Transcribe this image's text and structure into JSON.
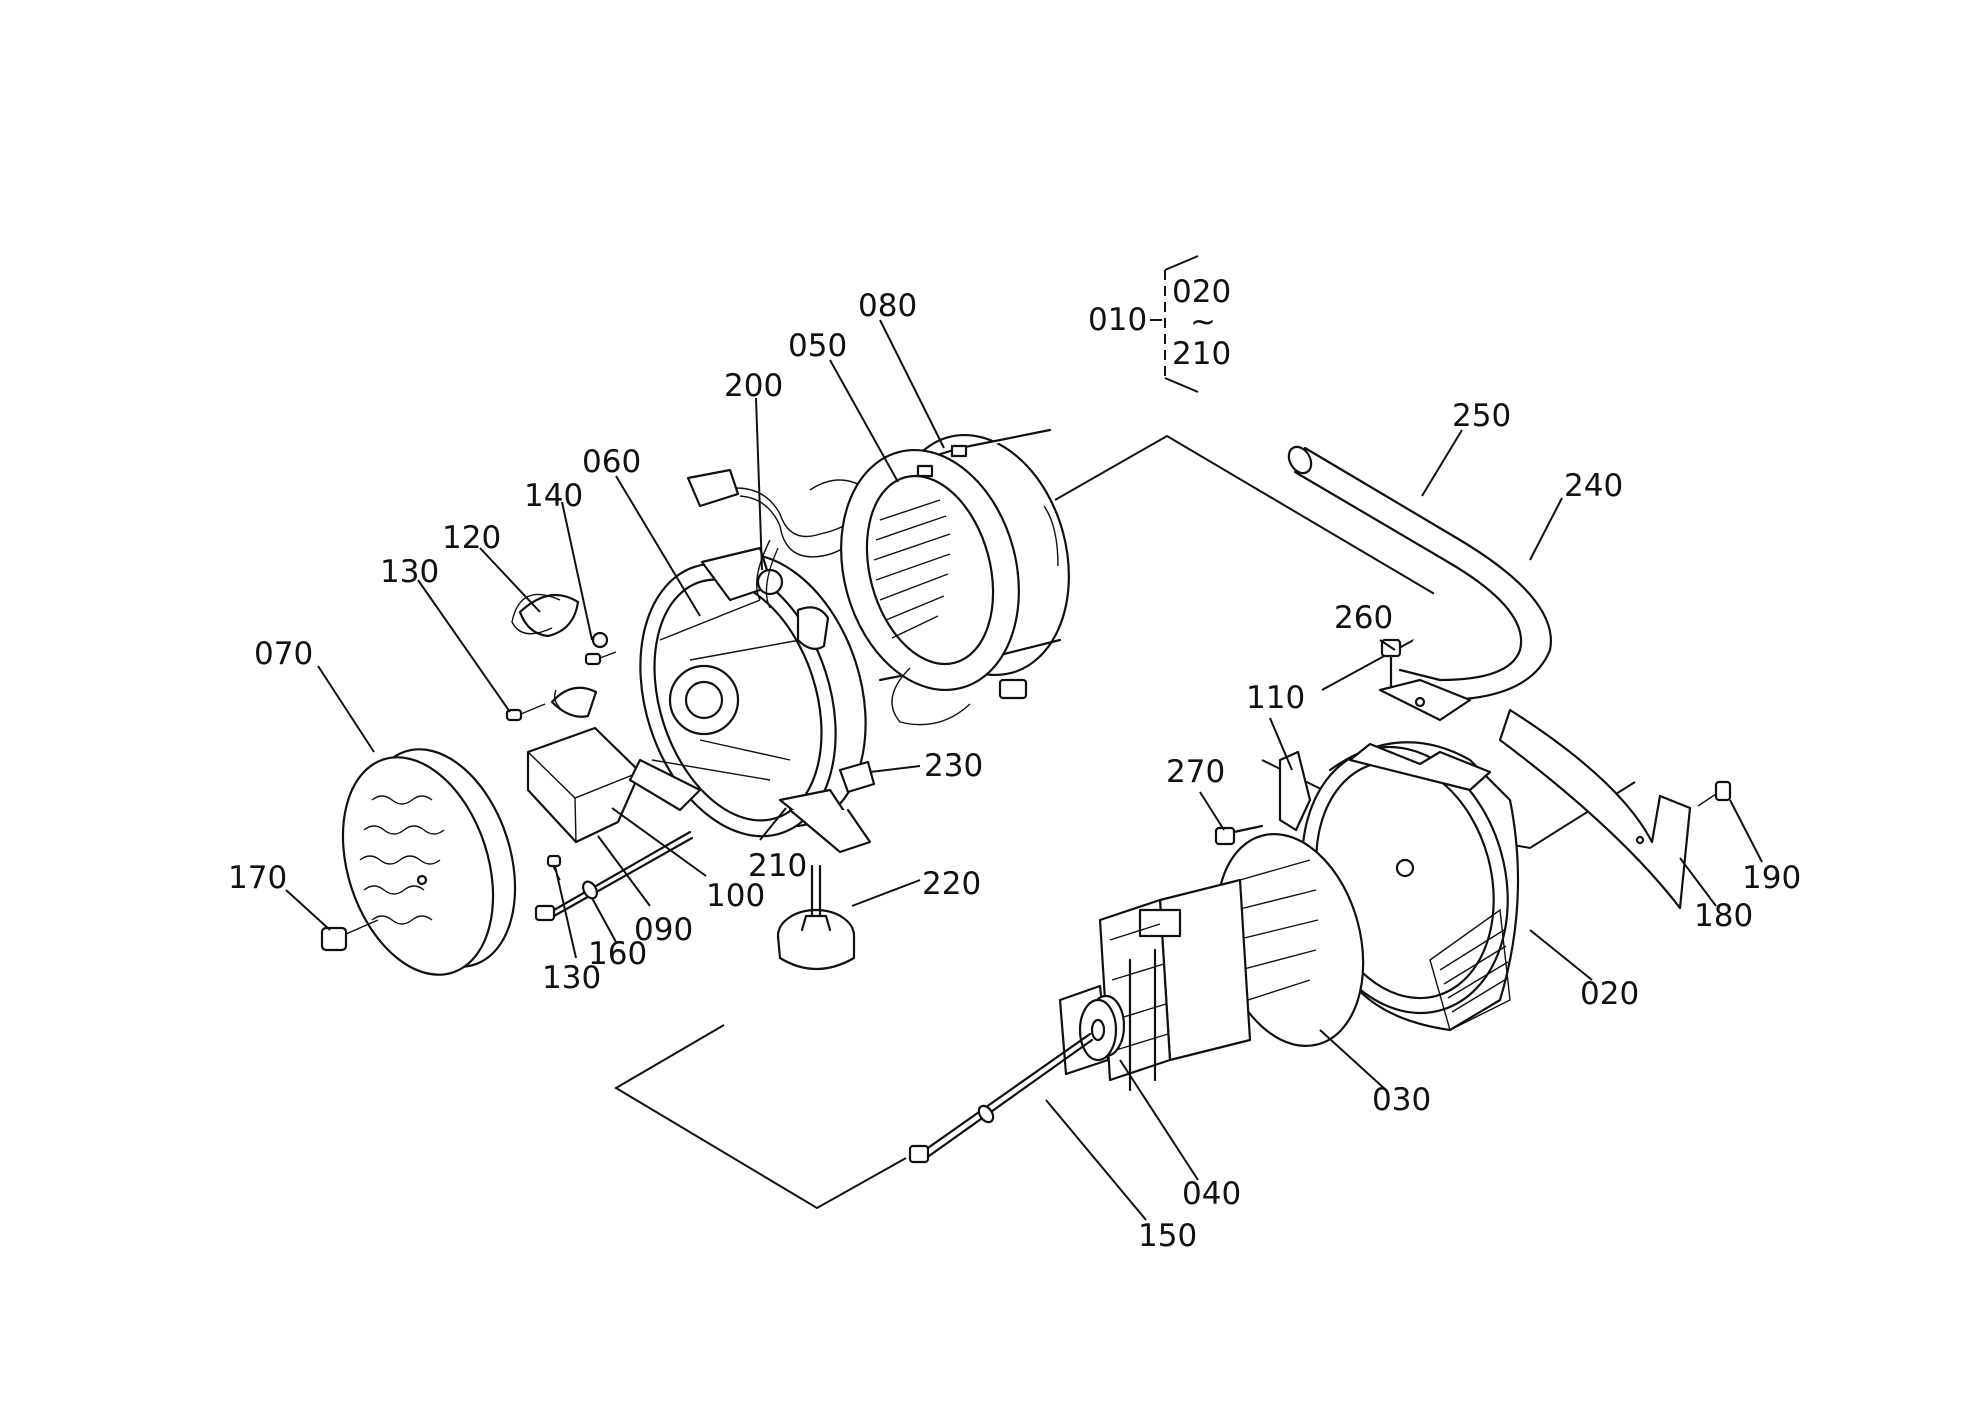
{
  "assembly": {
    "main": "010",
    "range_from": "020",
    "range_sep": "~",
    "range_to": "210"
  },
  "callouts": [
    {
      "id": "c250",
      "text": "250"
    },
    {
      "id": "c240",
      "text": "240"
    },
    {
      "id": "c260",
      "text": "260"
    },
    {
      "id": "c080",
      "text": "080"
    },
    {
      "id": "c050",
      "text": "050"
    },
    {
      "id": "c200",
      "text": "200"
    },
    {
      "id": "c060",
      "text": "060"
    },
    {
      "id": "c140",
      "text": "140"
    },
    {
      "id": "c120",
      "text": "120"
    },
    {
      "id": "c130a",
      "text": "130"
    },
    {
      "id": "c070",
      "text": "070"
    },
    {
      "id": "c170",
      "text": "170"
    },
    {
      "id": "c230",
      "text": "230"
    },
    {
      "id": "c210",
      "text": "210"
    },
    {
      "id": "c100",
      "text": "100"
    },
    {
      "id": "c090",
      "text": "090"
    },
    {
      "id": "c160",
      "text": "160"
    },
    {
      "id": "c130b",
      "text": "130"
    },
    {
      "id": "c220",
      "text": "220"
    },
    {
      "id": "c110",
      "text": "110"
    },
    {
      "id": "c270",
      "text": "270"
    },
    {
      "id": "c190",
      "text": "190"
    },
    {
      "id": "c180",
      "text": "180"
    },
    {
      "id": "c020",
      "text": "020"
    },
    {
      "id": "c030",
      "text": "030"
    },
    {
      "id": "c040",
      "text": "040"
    },
    {
      "id": "c150",
      "text": "150"
    }
  ]
}
